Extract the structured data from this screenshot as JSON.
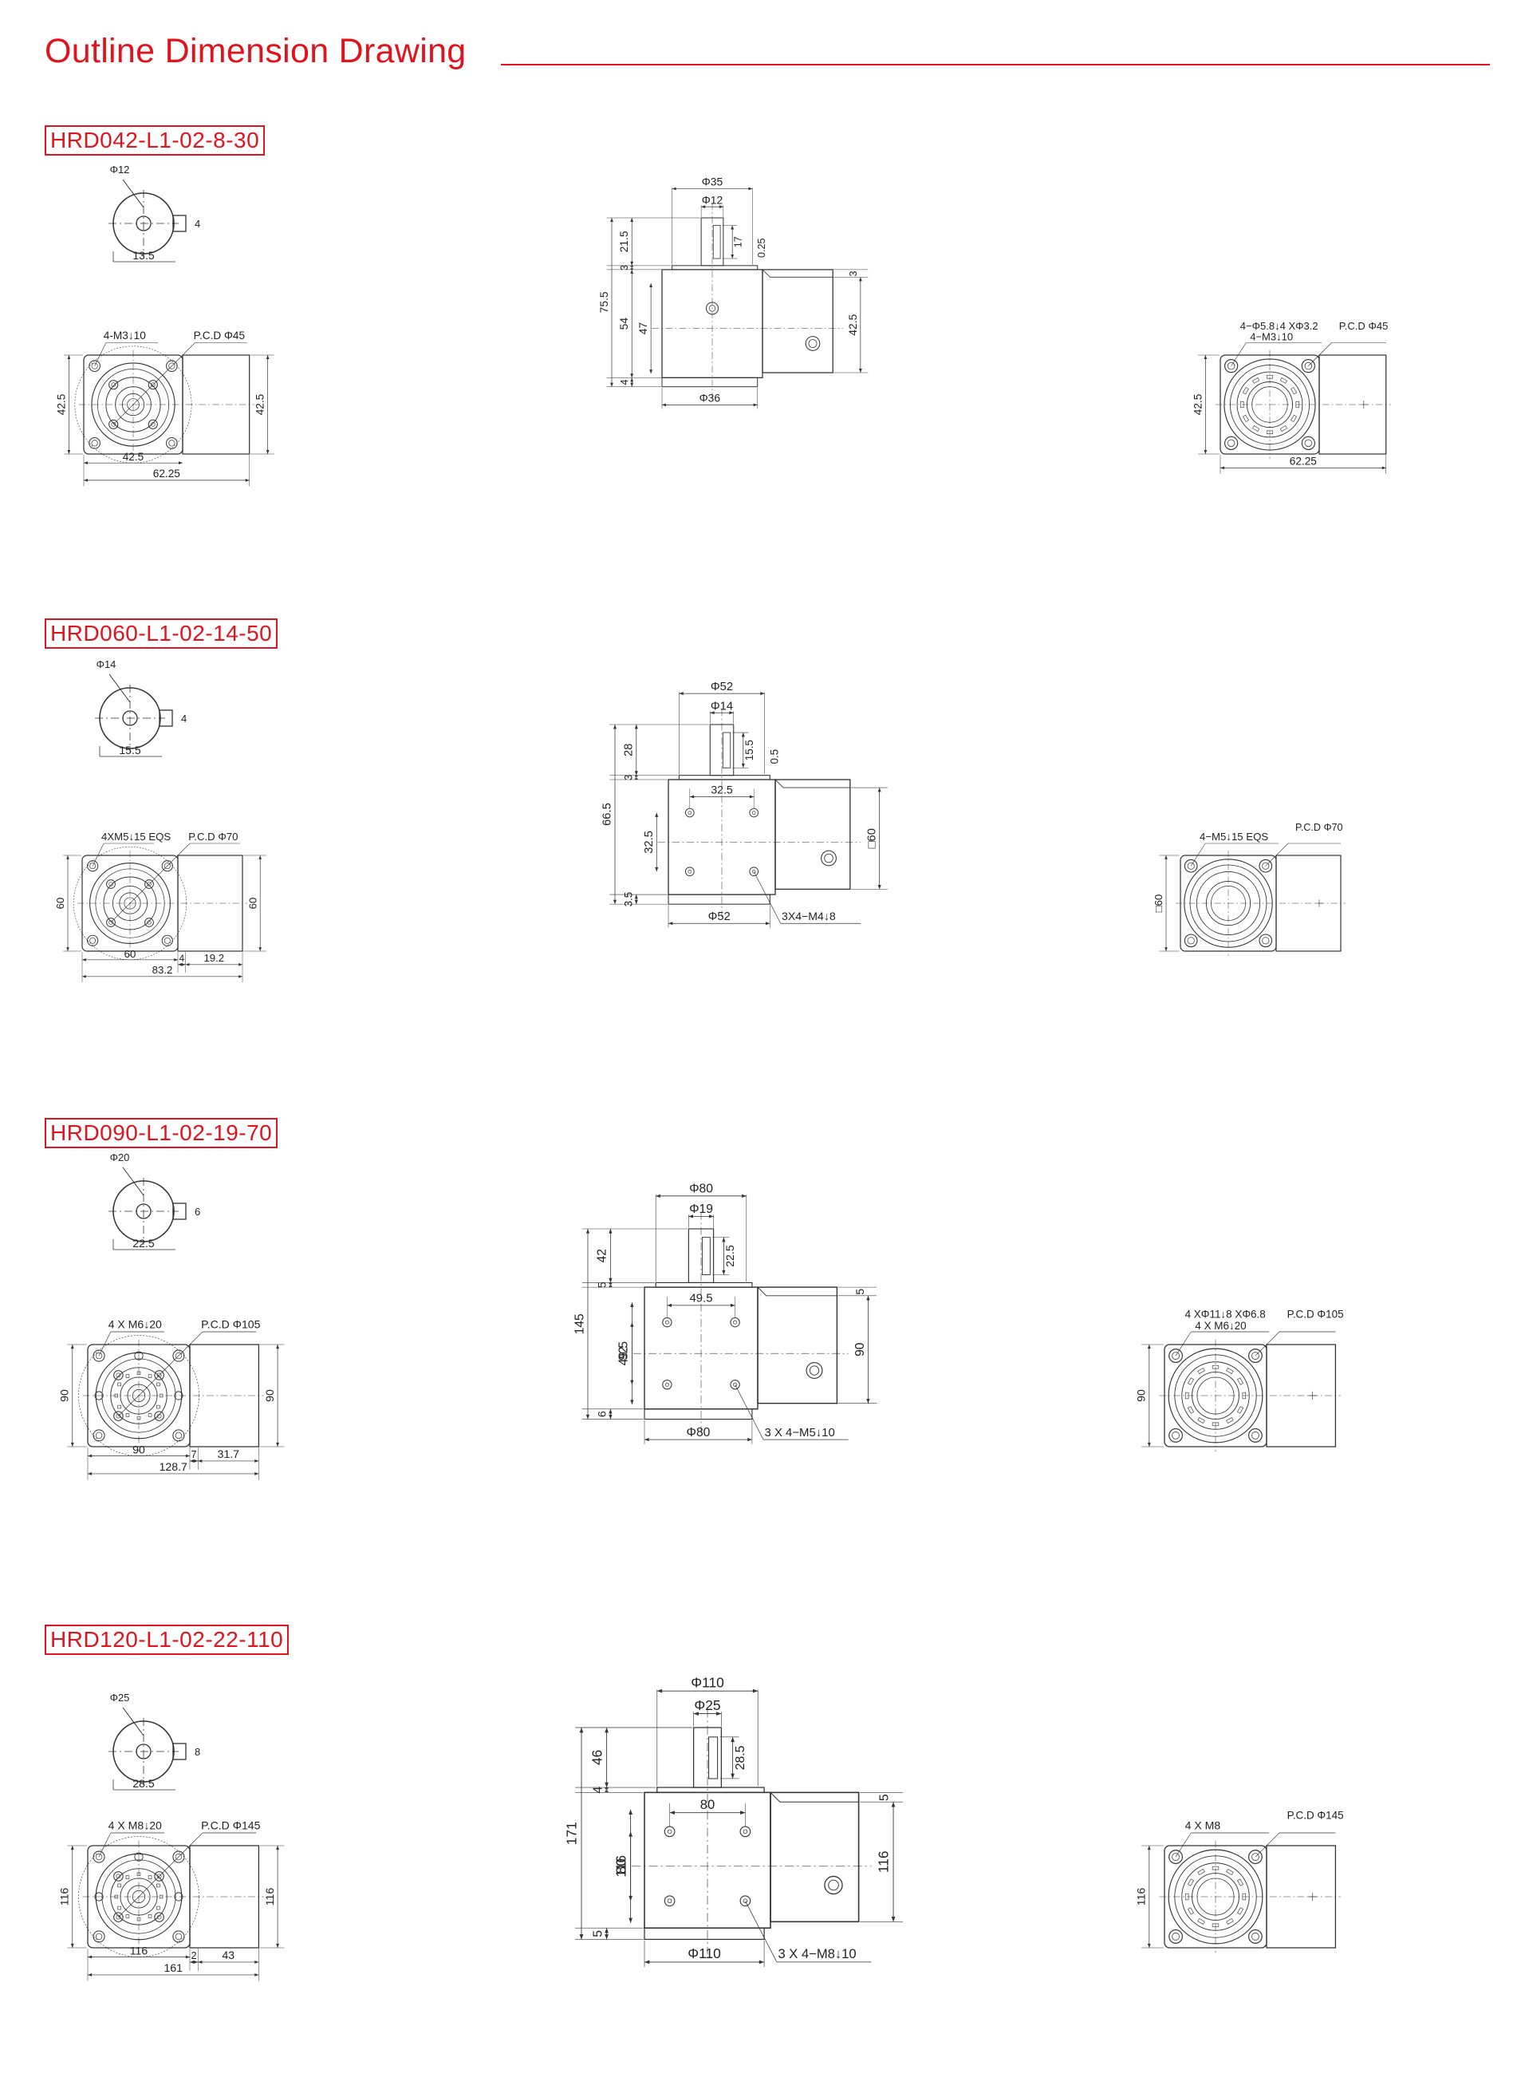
{
  "title": "Outline Dimension Drawing",
  "colors": {
    "accent": "#e0141d",
    "line": "#333333",
    "text": "#222222"
  },
  "models": [
    {
      "name": "HRD042-L1-02-8-30",
      "shaft": {
        "dia": "Φ12",
        "key_h": "4",
        "key_len": "13.5"
      },
      "front": {
        "holes": "4-M3↓10",
        "pcd": "P.C.D Φ45",
        "height": "42.5",
        "height_r": "42.5",
        "width_sq": "42.5",
        "width_total": "62.25"
      },
      "side": {
        "dia_top": "Φ35",
        "dia_shaft": "Φ12",
        "shaft_len": "21.5",
        "key_len": "17",
        "gap": "0.25",
        "top_step": "3",
        "total_h": "75.5",
        "body_h": "54",
        "body_in": "47",
        "bottom": "4",
        "dia_bottom": "Φ36",
        "right_h": "42.5",
        "right_step": "3"
      },
      "rear": {
        "holes_a": "4−Φ5.8↓4 XΦ3.2",
        "holes_b": "4−M3↓10",
        "pcd": "P.C.D Φ45",
        "height": "42.5",
        "width_total": "62.25"
      }
    },
    {
      "name": "HRD060-L1-02-14-50",
      "shaft": {
        "dia": "Φ14",
        "key_h": "4",
        "key_len": "15.5"
      },
      "front": {
        "holes": "4XM5↓15 EQS",
        "pcd": "P.C.D Φ70",
        "height": "60",
        "height_r": "60",
        "width_sq": "60",
        "gap": "4",
        "width_r": "19.2",
        "width_total": "83.2"
      },
      "side": {
        "dia_top": "Φ52",
        "dia_shaft": "Φ14",
        "shaft_len": "28",
        "key_len": "15.5",
        "gap": "0.5",
        "top_step": "3",
        "pitch_x": "32.5",
        "pitch_y": "32.5",
        "total_h": "66.5",
        "bottom": "3.5",
        "dia_bottom": "Φ52",
        "right_sq": "□60",
        "holes": "3X4−M4↓8"
      },
      "rear": {
        "holes": "4−M5↓15 EQS",
        "pcd": "P.C.D Φ70",
        "height": "□60"
      }
    },
    {
      "name": "HRD090-L1-02-19-70",
      "shaft": {
        "dia": "Φ20",
        "key_h": "6",
        "key_len": "22.5"
      },
      "front": {
        "holes": "4 X M6↓20",
        "pcd": "P.C.D Φ105",
        "height": "90",
        "height_r": "90",
        "width_sq": "90",
        "gap": "7",
        "width_r": "31.7",
        "width_total": "128.7"
      },
      "side": {
        "dia_top": "Φ80",
        "dia_shaft": "Φ19",
        "shaft_len": "42",
        "key_len": "22.5",
        "top_step": "5",
        "right_step": "5",
        "pitch_x": "49.5",
        "pitch_y": "49.5",
        "total_h": "145",
        "body_in": "92",
        "bottom": "6",
        "dia_bottom": "Φ80",
        "right_h": "90",
        "holes": "3 X 4−M5↓10"
      },
      "rear": {
        "holes_a": "4 XΦ11↓8 XΦ6.8",
        "holes_b": "4 X M6↓20",
        "pcd": "P.C.D Φ105",
        "height": "90"
      }
    },
    {
      "name": "HRD120-L1-02-22-110",
      "shaft": {
        "dia": "Φ25",
        "key_h": "8",
        "key_len": "28.5"
      },
      "front": {
        "holes": "4 X M8↓20",
        "pcd": "P.C.D Φ145",
        "height": "116",
        "height_r": "116",
        "width_sq": "116",
        "gap": "2",
        "width_r": "43",
        "width_total": "161"
      },
      "side": {
        "dia_top": "Φ110",
        "dia_shaft": "Φ25",
        "shaft_len": "46",
        "key_len": "28.5",
        "top_step": "4",
        "right_step": "5",
        "pitch_x": "80",
        "pitch_y": "80",
        "total_h": "171",
        "body_in": "116",
        "bottom": "5",
        "dia_bottom": "Φ110",
        "right_h": "116",
        "holes": "3 X 4−M8↓10"
      },
      "rear": {
        "holes": "4 X M8",
        "pcd": "P.C.D Φ145",
        "height": "116"
      }
    }
  ]
}
